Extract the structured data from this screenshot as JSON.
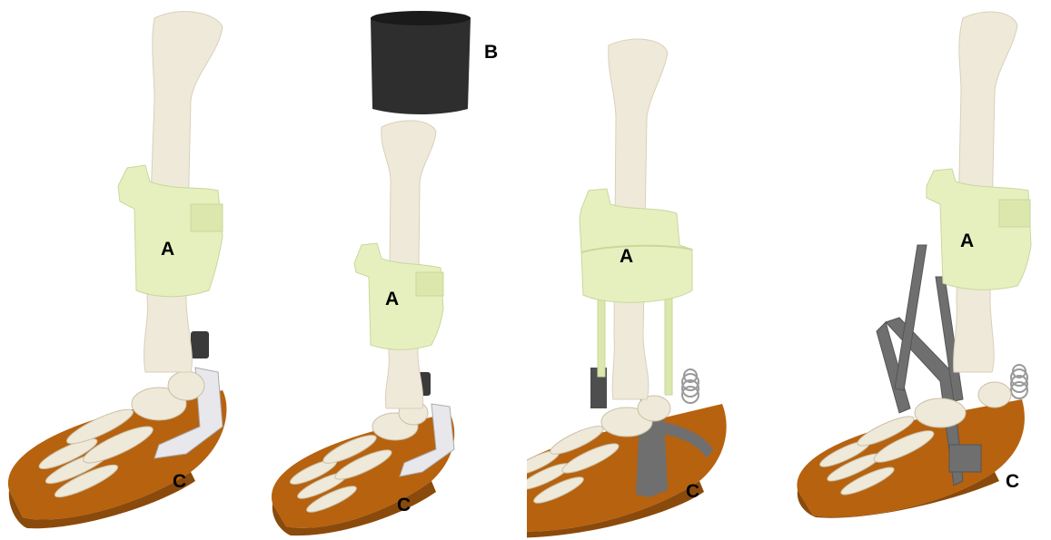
{
  "panels": [
    {
      "label_a": "A",
      "label_c": "C"
    },
    {
      "label_a": "A",
      "label_b": "B",
      "label_c": "C"
    },
    {
      "label_a": "A",
      "label_c": "C"
    },
    {
      "label_a": "A",
      "label_c": "C"
    }
  ],
  "colors": {
    "bone": "#efe9d9",
    "bone_shade": "#d8d0bb",
    "orthosis": "#e6f0bf",
    "orthosis_shade": "#c9d79b",
    "base": "#b7620f",
    "base_dark": "#8a4a0c",
    "metal": "#6f6f6f",
    "sock": "#2e2e2e"
  }
}
